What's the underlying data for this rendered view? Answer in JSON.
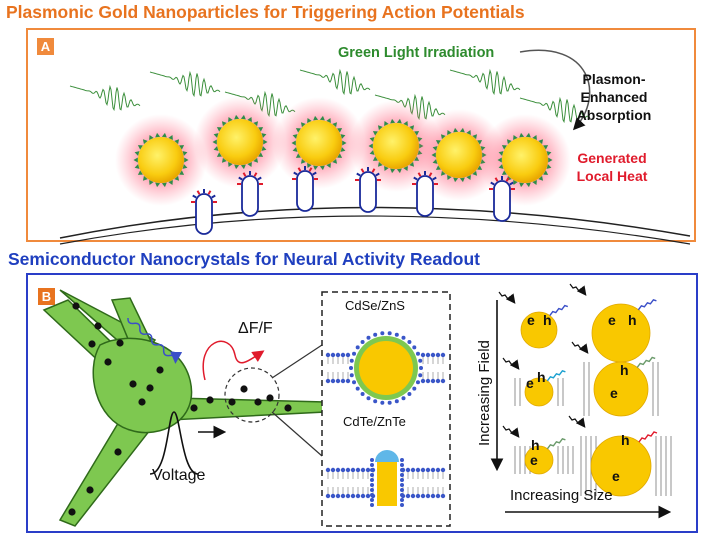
{
  "panel_a": {
    "title": "Plasmonic Gold Nanoparticles for Triggering Action Potentials",
    "label": "A",
    "green_light": "Green Light Irradiation",
    "plasmon_line1": "Plasmon-",
    "plasmon_line2": "Enhanced",
    "plasmon_line3": "Absorption",
    "heat_line1": "Generated",
    "heat_line2": "Local Heat"
  },
  "panel_b": {
    "title": "Semiconductor Nanocrystals for Neural Activity Readout",
    "label": "B",
    "delta_f": "ΔF/F",
    "voltage": "Voltage",
    "cdse": "CdSe/ZnS",
    "cdte": "CdTe/ZnTe",
    "increasing_field": "Increasing Field",
    "increasing_size": "Increasing Size",
    "electron": "e",
    "hole": "h"
  },
  "colors": {
    "title_a": "#e8731f",
    "title_b": "#1f3fbf",
    "panel_a_border": "#f08a3c",
    "panel_b_border": "#2a3ec8",
    "gold": "#f7c600",
    "green_light": "#2e8b2e",
    "heat_red": "#e01b2c",
    "neuron_green": "#7ec850"
  }
}
